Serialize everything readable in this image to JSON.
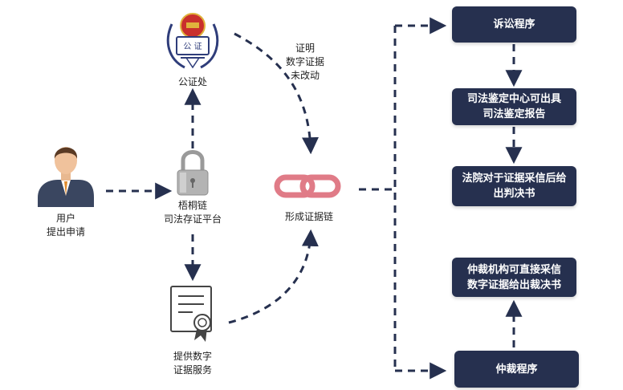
{
  "nodes": {
    "notary": "公证处",
    "emblem_text": "公 证",
    "user": "用户\n提出申请",
    "platform": "梧桐链\n司法存证平台",
    "service": "提供数字\n证据服务",
    "evidence_chain": "形成证据链",
    "proof_note": "证明\n数字证据\n未改动"
  },
  "boxes": {
    "litigation": "诉讼程序",
    "appraisal": "司法鉴定中心可出具\n司法鉴定报告",
    "court": "法院对于证据采信后给\n出判决书",
    "arbitration_verdict": "仲裁机构可直接采信\n数字证据给出裁决书",
    "arbitration": "仲裁程序"
  },
  "colors": {
    "box_bg": "#26304f",
    "arrow": "#26304f",
    "chain_link": "#e07b87"
  },
  "icons": {
    "notary": "notary-emblem-icon",
    "user": "user-avatar-icon",
    "platform": "padlock-icon",
    "service": "certificate-icon",
    "evidence_chain": "chain-link-icon"
  }
}
